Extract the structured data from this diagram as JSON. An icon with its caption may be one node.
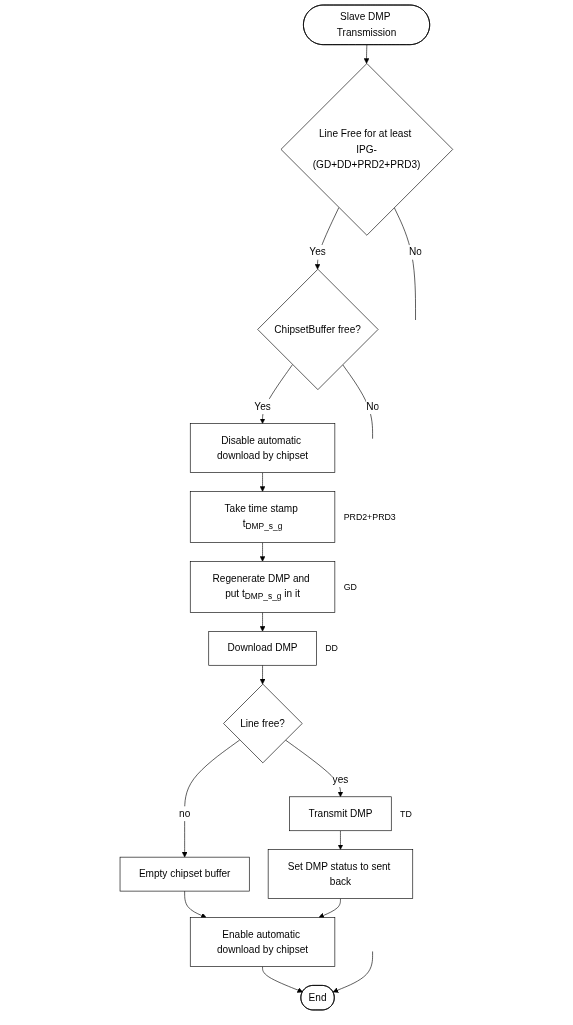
{
  "diagram": {
    "nodes": [
      {
        "text": [
          "Slave DMP Transmission"
        ]
      },
      {
        "text": [
          "Line Free for at least IPG-(GD+DD+PRD2+PRD3)"
        ]
      },
      {
        "text": [
          "ChipsetBuffer free?"
        ]
      },
      {
        "text": [
          "Disable automatic download by chipset"
        ]
      },
      {
        "text": [
          "Take time stamp t$_{DMP_s_g}$"
        ],
        "beside": [
          "PRD2+PRD3"
        ]
      },
      {
        "text": [
          "Regenerate DMP and put t$_{DMP_s_g}$ in it"
        ],
        "beside": [
          "GD"
        ]
      },
      {
        "text": [
          "Download DMP"
        ],
        "beside": [
          "DD"
        ]
      },
      {
        "text": [
          "Line free?"
        ]
      },
      {
        "text": [
          "Transmit DMP"
        ],
        "beside": [
          "TD"
        ]
      },
      {
        "text": [
          "Empty chipset buffer"
        ]
      },
      {
        "text": [
          "Set DMP status to sent back"
        ]
      },
      {
        "text": [
          "Enable automatic download by chipset"
        ]
      },
      {
        "text": [
          "End"
        ]
      }
    ],
    "edges": [
      {
        "from": 0,
        "to": 1,
        "arrow": "to"
      },
      {
        "from": 1,
        "to": 2,
        "label": "Yes",
        "arrow": "to"
      },
      {
        "from": 2,
        "to": 3,
        "label": "Yes",
        "arrow": "to"
      },
      {
        "from": 3,
        "to": 4,
        "arrow": "to"
      },
      {
        "from": 4,
        "to": 5,
        "arrow": "to"
      },
      {
        "from": 5,
        "to": 6,
        "arrow": "to"
      },
      {
        "from": 6,
        "to": 7,
        "arrow": "to"
      },
      {
        "from": 7,
        "to": 8,
        "label": "yes",
        "arrow": "to"
      },
      {
        "from": 7,
        "to": 9,
        "label": "no",
        "arrow": "to"
      },
      {
        "from": 8,
        "to": 10,
        "arrow": "to"
      },
      {
        "from": 9,
        "to": 11,
        "arrow": "to"
      },
      {
        "from": 10,
        "to": 11,
        "arrow": "to"
      },
      {
        "from": 11,
        "to": 12,
        "arrow": "to"
      },
      {
        "from": 1,
        "to": null,
        "label": "No",
        "arrow": "none"
      },
      {
        "from": 2,
        "to": null,
        "label": "No",
        "arrow": "none"
      },
      {
        "from": null,
        "to": 12,
        "arrow": "to"
      }
    ]
  }
}
